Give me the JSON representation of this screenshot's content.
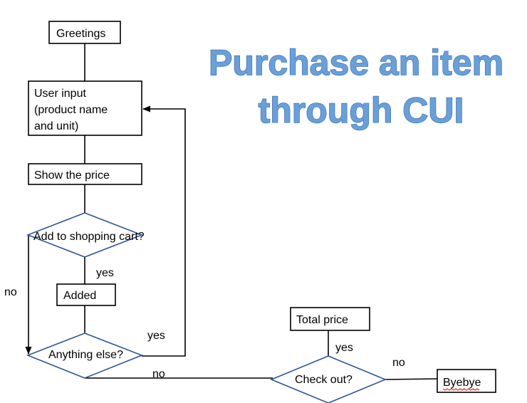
{
  "title": {
    "line1": "Purchase an item",
    "line2": "through CUI"
  },
  "nodes": {
    "greetings": "Greetings",
    "user_input_1": "User input",
    "user_input_2": "(product name",
    "user_input_3": "and unit)",
    "show_price": "Show the price",
    "add_to_cart": "Add to shopping cart?",
    "added": "Added",
    "anything_else": "Anything else?",
    "total_price": "Total price",
    "check_out": "Check out?",
    "byebye": "Byebye"
  },
  "edges": {
    "cart_yes": "yes",
    "cart_no": "no",
    "else_yes": "yes",
    "else_no": "no",
    "checkout_yes": "yes",
    "checkout_no": "no"
  },
  "colors": {
    "title_fill": "#6a9fd8",
    "title_stroke": "#3f74b5",
    "decision_border": "#2f5597",
    "spellcheck": "#e00000"
  }
}
